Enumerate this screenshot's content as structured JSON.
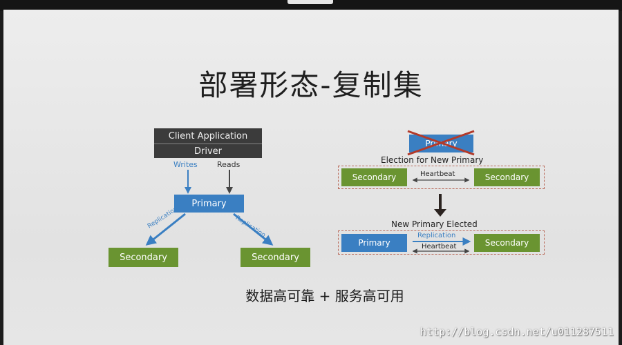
{
  "title": "部署形态-复制集",
  "left_diagram": {
    "client_app": "Client Application",
    "driver": "Driver",
    "writes": "Writes",
    "reads": "Reads",
    "primary": "Primary",
    "replication_left": "Replication",
    "replication_right": "Replication",
    "secondary_left": "Secondary",
    "secondary_right": "Secondary"
  },
  "right_diagram": {
    "failed_primary": "Primary",
    "election_label": "Election for New Primary",
    "secondary_a": "Secondary",
    "heartbeat_top": "Heartbeat",
    "secondary_b": "Secondary",
    "elected_label": "New Primary Elected",
    "new_primary": "Primary",
    "replication": "Replication",
    "heartbeat_bottom": "Heartbeat",
    "secondary_c": "Secondary"
  },
  "footer": "数据高可靠 + 服务高可用",
  "watermark": "http://blog.csdn.net/u011287511",
  "colors": {
    "primary_blue": "#3a7fc2",
    "secondary_green": "#6a9431",
    "driver_dark": "#3b3b3b",
    "cross_red": "#b33a2a",
    "dashed_border": "#b96a5a"
  }
}
